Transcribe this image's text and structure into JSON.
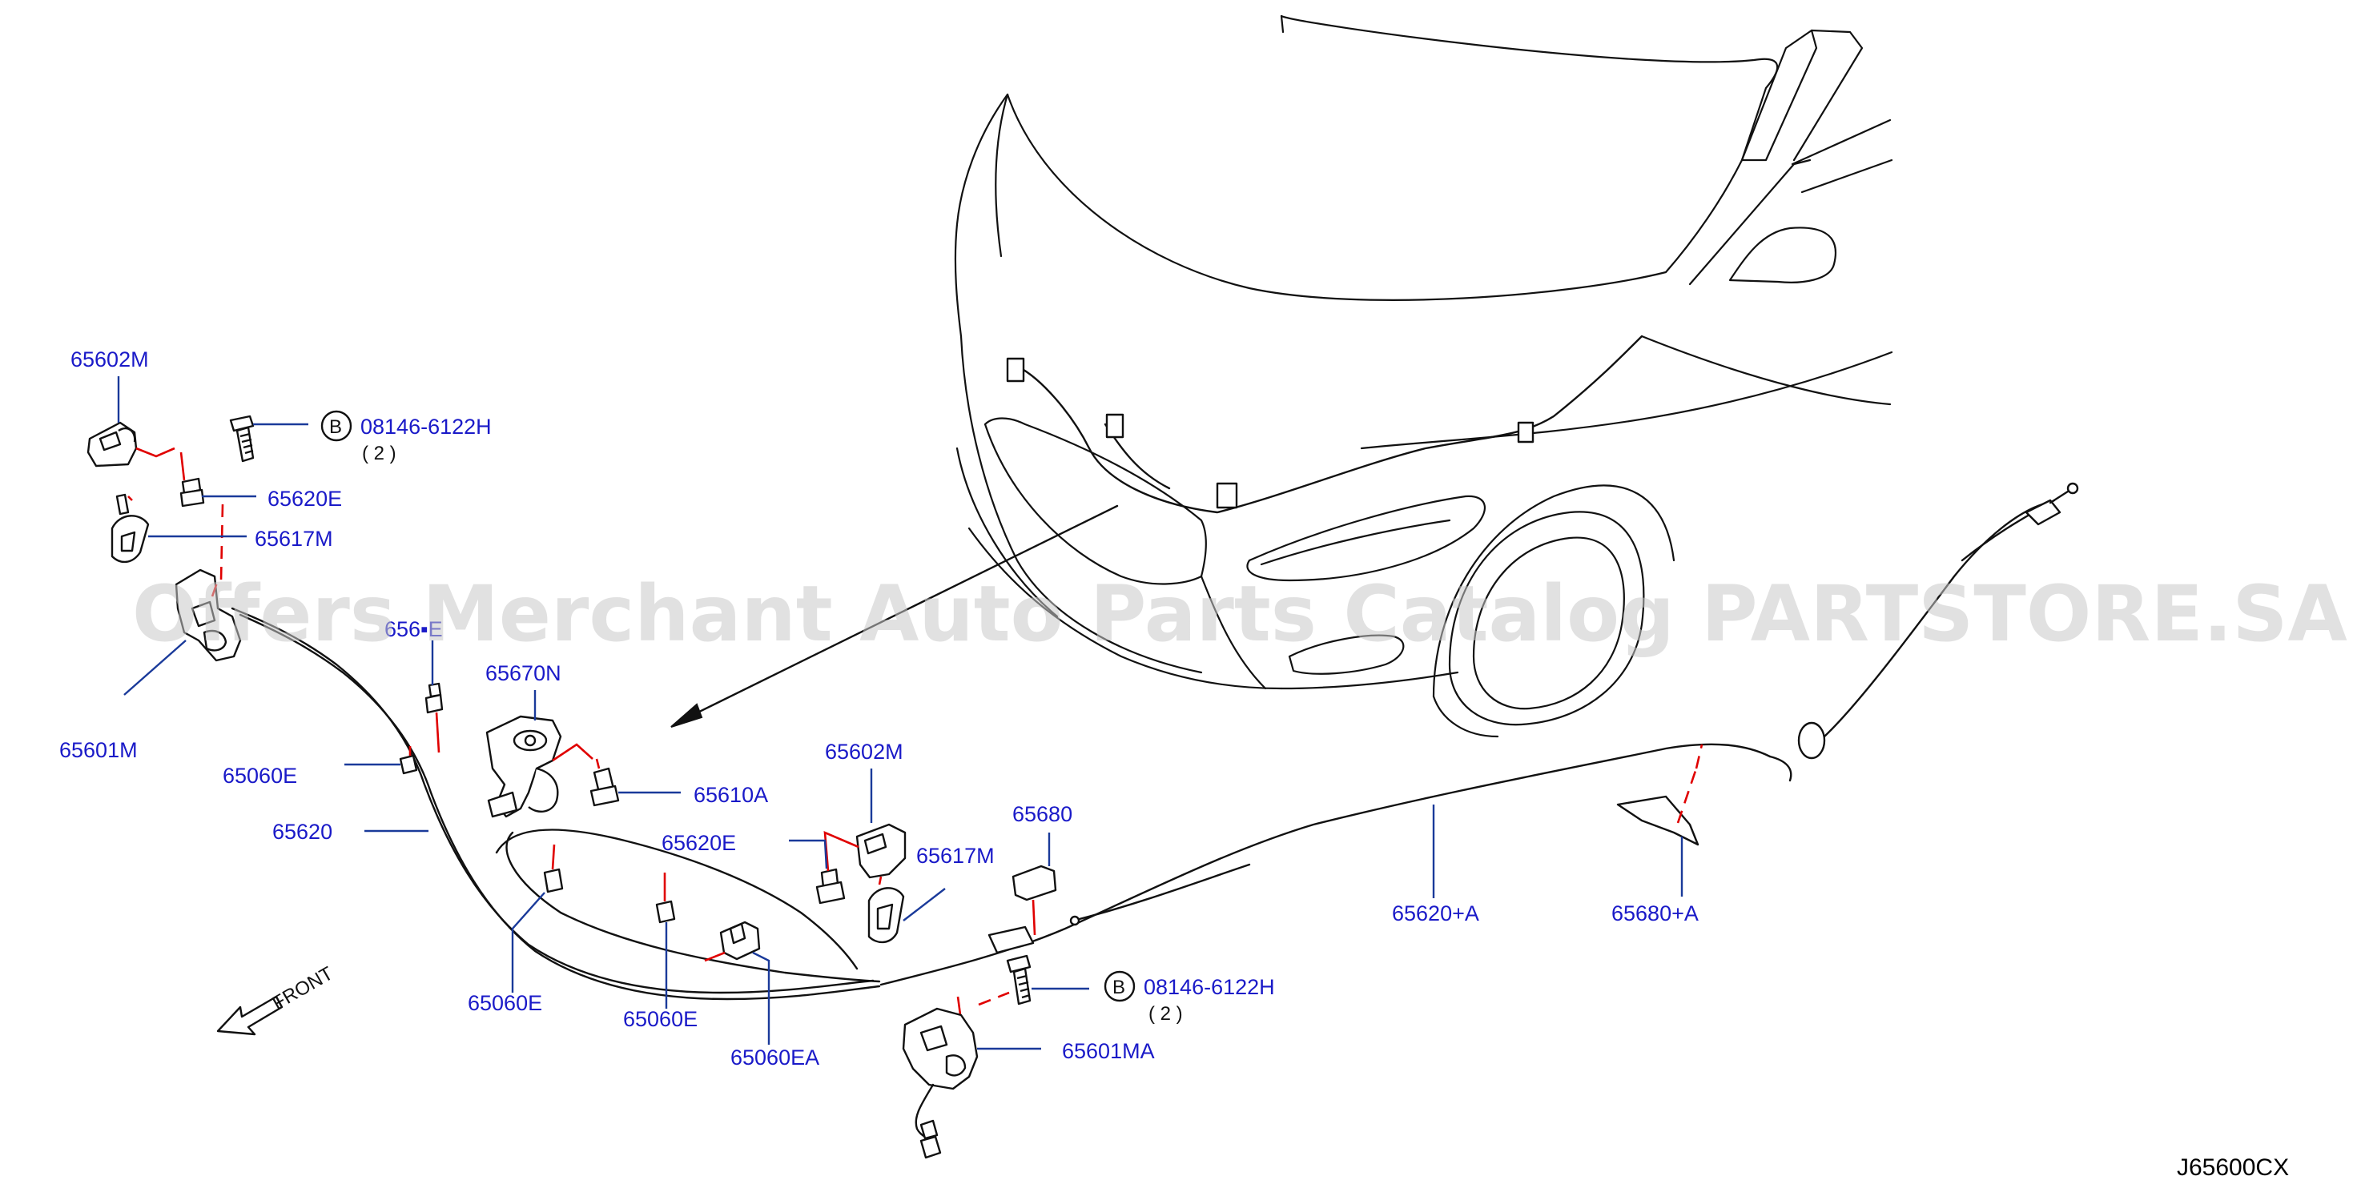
{
  "watermark": "Offers Merchant Auto Parts Catalog PARTSTORE.SA",
  "diagram_code": "J65600CX",
  "direction_label": "FRONT",
  "bolt_symbol": "B",
  "labels": {
    "p65602M_top": "65602M",
    "p08146_top": "08146-6122H",
    "p08146_top_qty": "( 2 )",
    "p65620E_top": "65620E",
    "p65617M_top": "65617M",
    "p65601M": "65601M",
    "p65060E_left": "65060E",
    "p656xE_partial": "656▪E",
    "p65620": "65620",
    "p65670N": "65670N",
    "p65610A": "65610A",
    "p65602M_mid": "65602M",
    "p65620E_mid": "65620E",
    "p65617M_mid": "65617M",
    "p65680": "65680",
    "p65060E_low1": "65060E",
    "p65060E_low2": "65060E",
    "p65060EA": "65060EA",
    "p08146_low": "08146-6122H",
    "p08146_low_qty": "( 2 )",
    "p65601MA": "65601MA",
    "p65620A": "65620+A",
    "p65680A": "65680+A"
  }
}
